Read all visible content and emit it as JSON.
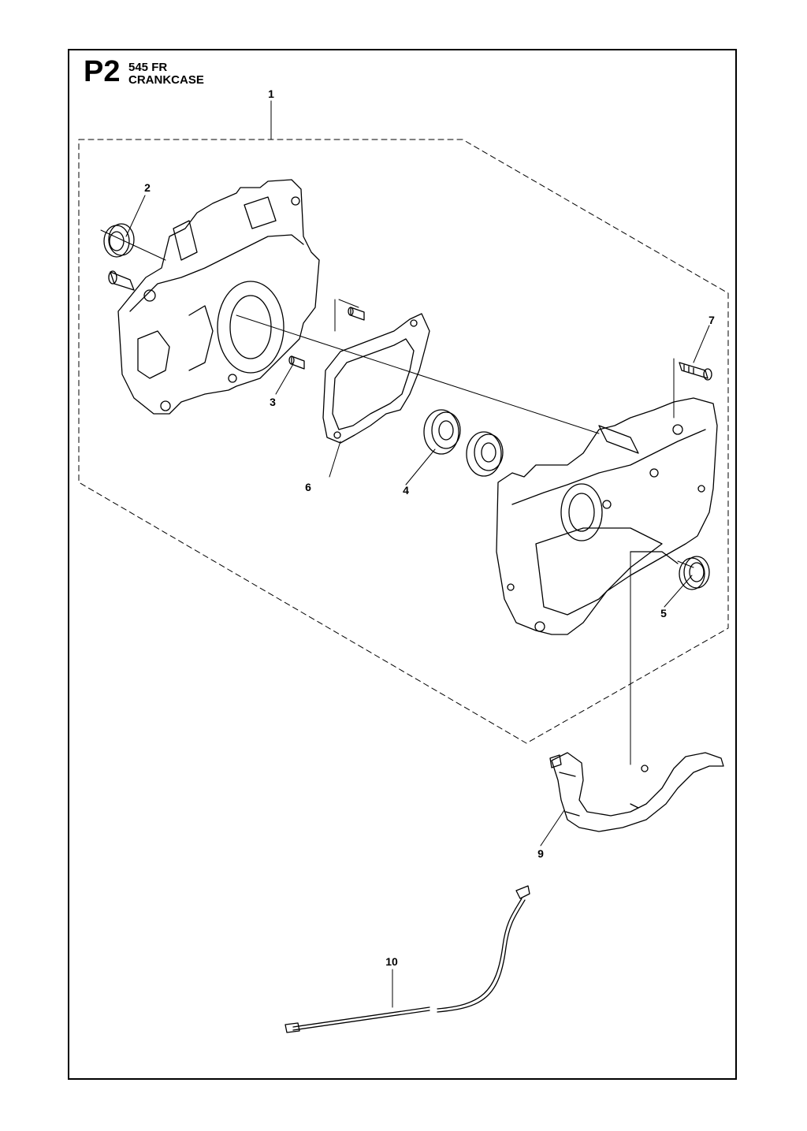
{
  "header": {
    "page_code": "P2",
    "model": "545 FR",
    "section": "CRANKCASE"
  },
  "callouts": [
    {
      "id": "c1",
      "label": "1"
    },
    {
      "id": "c2",
      "label": "2"
    },
    {
      "id": "c3",
      "label": "3"
    },
    {
      "id": "c4",
      "label": "4"
    },
    {
      "id": "c5",
      "label": "5"
    },
    {
      "id": "c6",
      "label": "6"
    },
    {
      "id": "c7",
      "label": "7"
    },
    {
      "id": "c9",
      "label": "9"
    },
    {
      "id": "c10",
      "label": "10"
    }
  ]
}
